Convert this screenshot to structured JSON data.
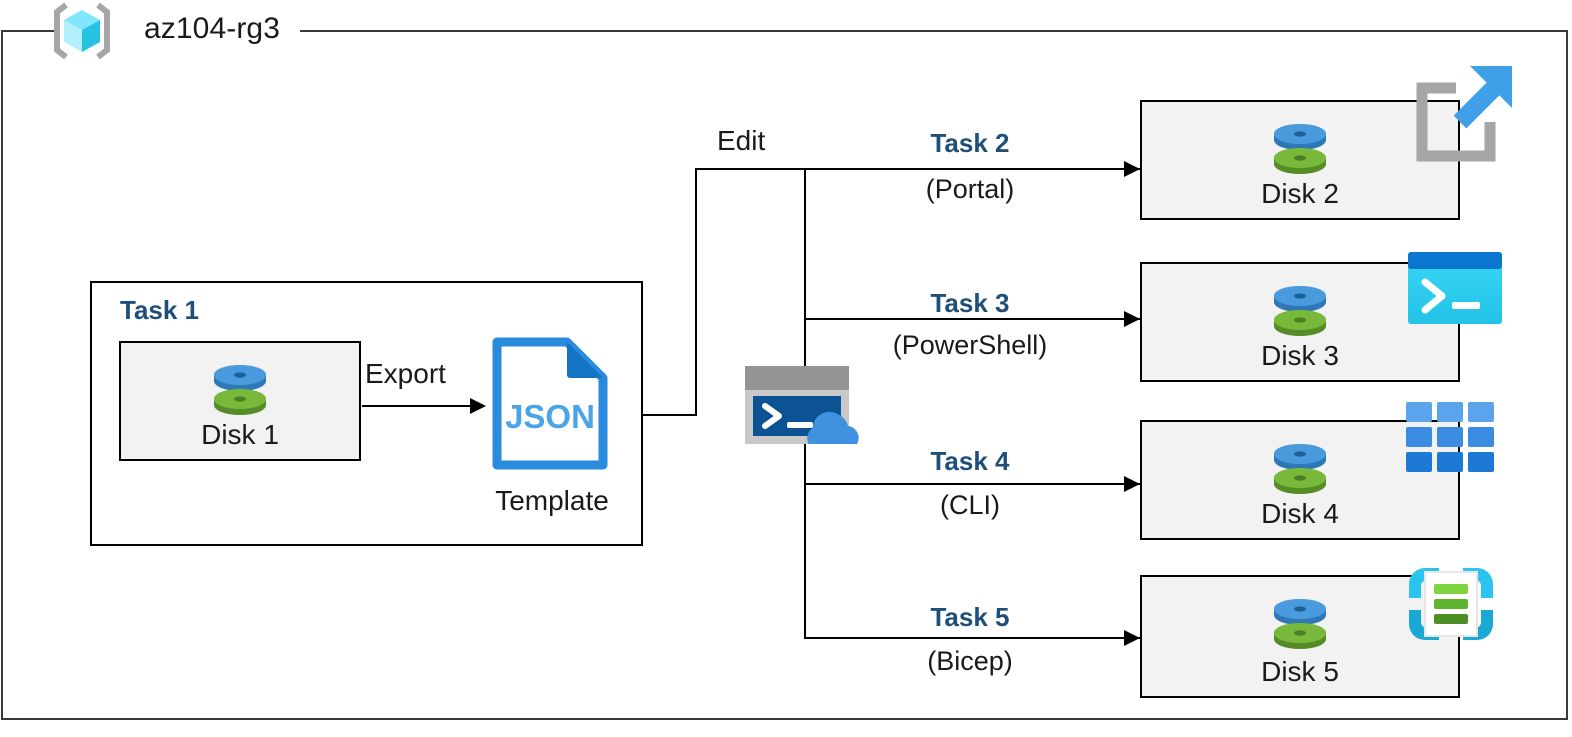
{
  "diagram": {
    "type": "azure-architecture-flow",
    "resource_group": {
      "name": "az104-rg3",
      "icon": "azure-resource-group-icon"
    },
    "task1": {
      "title": "Task 1",
      "disk": {
        "label": "Disk 1",
        "icon": "managed-disk-icon"
      },
      "export_label": "Export",
      "template": {
        "file_type": "JSON",
        "caption": "Template",
        "icon": "json-file-icon"
      }
    },
    "edit_label": "Edit",
    "cloudshell": {
      "icon": "cloud-shell-icon"
    },
    "branches": [
      {
        "task": "Task 2",
        "tool": "(Portal)",
        "disk_label": "Disk 2",
        "tool_icon": "azure-portal-icon"
      },
      {
        "task": "Task 3",
        "tool": "(PowerShell)",
        "disk_label": "Disk 3",
        "tool_icon": "powershell-icon"
      },
      {
        "task": "Task 4",
        "tool": "(CLI)",
        "disk_label": "Disk 4",
        "tool_icon": "azure-cli-icon"
      },
      {
        "task": "Task 5",
        "tool": "(Bicep)",
        "disk_label": "Disk 5",
        "tool_icon": "bicep-icon"
      }
    ],
    "colors": {
      "task_title": "#1f4e79",
      "box_fill": "#f2f2f2",
      "box_border": "#000000",
      "frame_border": "#3a3a3a",
      "disk_blue": "#3f8fd2",
      "disk_green": "#6aa833",
      "json_blue": "#2a8ade",
      "cloud_blue": "#3d8fd8",
      "powershell_cyan": "#36c9ef",
      "cli_blue": "#2e82d9",
      "bicep_cyan": "#2bc4ee",
      "bicep_green": "#74c53e"
    }
  }
}
